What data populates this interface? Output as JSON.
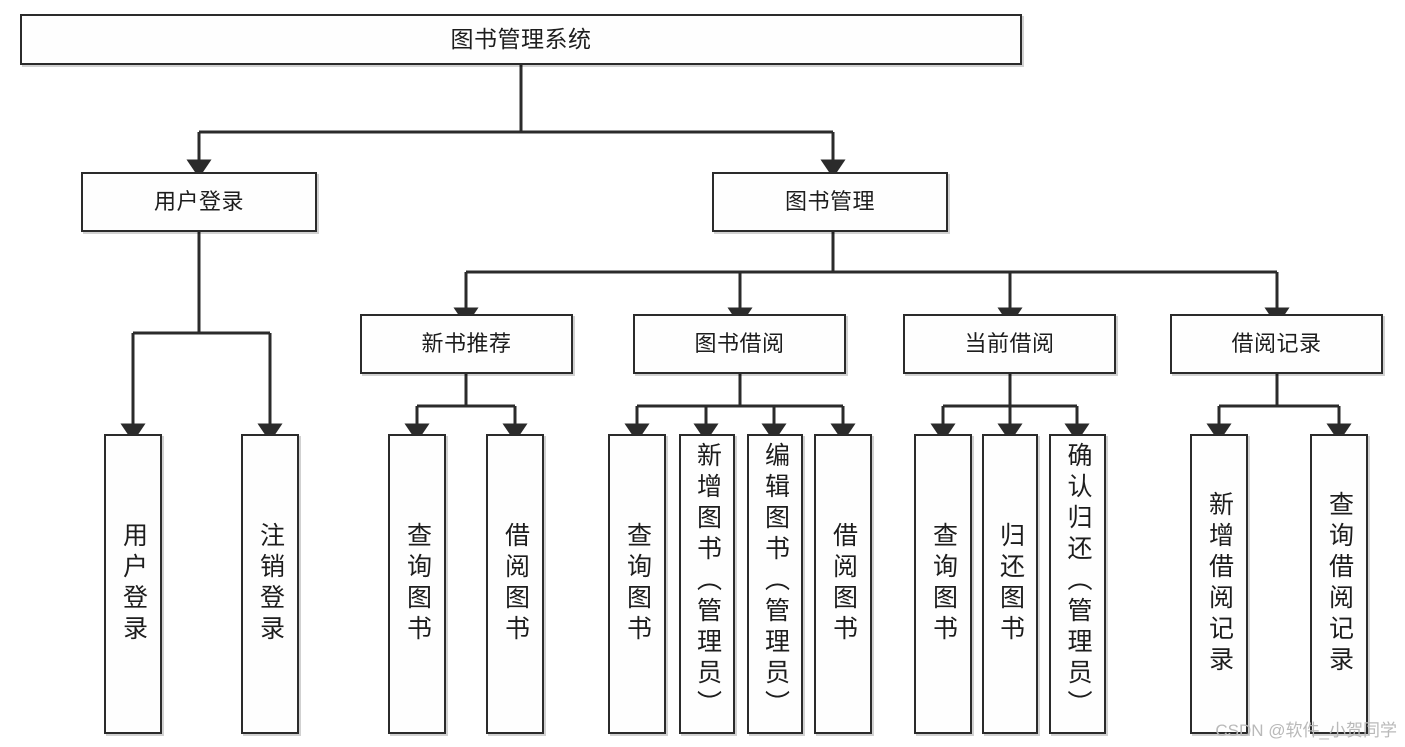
{
  "diagram": {
    "type": "tree",
    "title": "图书管理系统",
    "watermark": "CSDN @软件_小贺同学",
    "colors": {
      "stroke": "#2b2b2b",
      "box_fill": "#fefefe",
      "text": "#1d1d1d",
      "watermark": "#b9b9b9",
      "background": "#ffffff"
    },
    "nodes": {
      "root": {
        "label": "图书管理系统"
      },
      "level2": [
        {
          "id": "user_login",
          "label": "用户登录"
        },
        {
          "id": "book_manage",
          "label": "图书管理"
        }
      ],
      "level3": [
        {
          "id": "new_book",
          "label": "新书推荐"
        },
        {
          "id": "borrow",
          "label": "图书借阅"
        },
        {
          "id": "current",
          "label": "当前借阅"
        },
        {
          "id": "records",
          "label": "借阅记录"
        }
      ],
      "leaves": {
        "user_login": [
          {
            "id": "leaf_user_login",
            "label": "用户登录"
          },
          {
            "id": "leaf_logout",
            "label": "注销登录"
          }
        ],
        "new_book": [
          {
            "id": "leaf_query_book_1",
            "label": "查询图书"
          },
          {
            "id": "leaf_borrow_book_1",
            "label": "借阅图书"
          }
        ],
        "borrow": [
          {
            "id": "leaf_query_book_2",
            "label": "查询图书"
          },
          {
            "id": "leaf_add_book",
            "label": "新增图书（管理员）"
          },
          {
            "id": "leaf_edit_book",
            "label": "编辑图书（管理员）"
          },
          {
            "id": "leaf_borrow_book_2",
            "label": "借阅图书"
          }
        ],
        "current": [
          {
            "id": "leaf_query_book_3",
            "label": "查询图书"
          },
          {
            "id": "leaf_return_book",
            "label": "归还图书"
          },
          {
            "id": "leaf_confirm_return",
            "label": "确认归还（管理员）"
          }
        ],
        "records": [
          {
            "id": "leaf_add_record",
            "label": "新增借阅记录"
          },
          {
            "id": "leaf_query_record",
            "label": "查询借阅记录"
          }
        ]
      }
    }
  }
}
